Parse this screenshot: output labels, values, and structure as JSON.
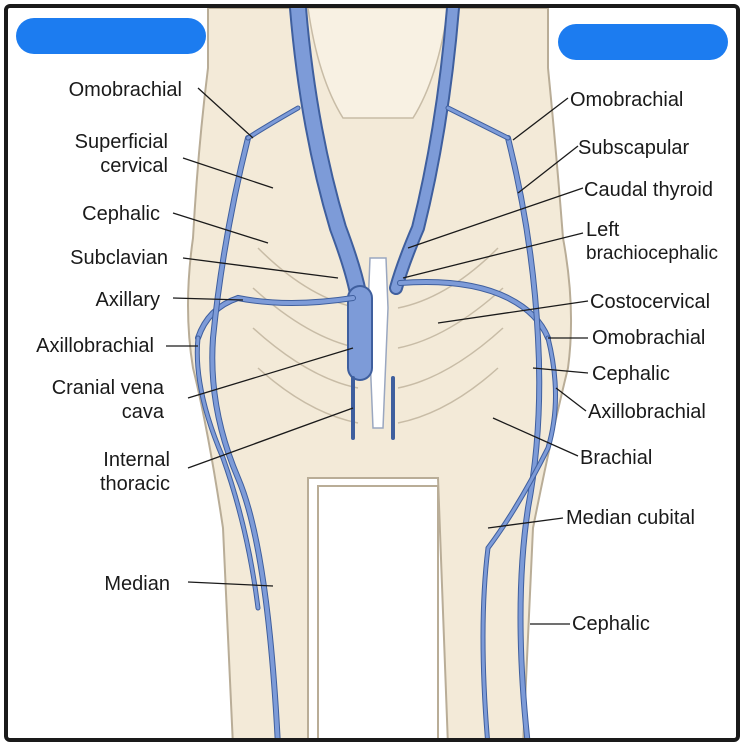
{
  "colors": {
    "body_fill": "#f3ead8",
    "body_stroke": "#b9ad97",
    "vein": "#7d9bd8",
    "vein_stroke": "#3f5f9e",
    "bone": "#ffffff",
    "redaction": "#1c7cf0"
  },
  "labels": {
    "left": [
      {
        "id": "omobrachial-l",
        "lines": [
          "Omobrachial"
        ]
      },
      {
        "id": "superficial-cervical",
        "lines": [
          "Superficial",
          "cervical"
        ]
      },
      {
        "id": "cephalic-l",
        "lines": [
          "Cephalic"
        ]
      },
      {
        "id": "subclavian",
        "lines": [
          "Subclavian"
        ]
      },
      {
        "id": "axillary",
        "lines": [
          "Axillary"
        ]
      },
      {
        "id": "axillobrachial-l",
        "lines": [
          "Axillobrachial"
        ]
      },
      {
        "id": "cranial-vena-cava",
        "lines": [
          "Cranial vena",
          "cava"
        ]
      },
      {
        "id": "internal-thoracic",
        "lines": [
          "Internal",
          "thoracic"
        ]
      },
      {
        "id": "median",
        "lines": [
          "Median"
        ]
      }
    ],
    "right": [
      {
        "id": "omobrachial-r1",
        "lines": [
          "Omobrachial"
        ]
      },
      {
        "id": "subscapular",
        "lines": [
          "Subscapular"
        ]
      },
      {
        "id": "caudal-thyroid",
        "lines": [
          "Caudal thyroid"
        ]
      },
      {
        "id": "left-brachiocephalic",
        "lines": [
          "Left",
          "brachiocephalic"
        ]
      },
      {
        "id": "costocervical",
        "lines": [
          "Costocervical"
        ]
      },
      {
        "id": "omobrachial-r2",
        "lines": [
          "Omobrachial"
        ]
      },
      {
        "id": "cephalic-r1",
        "lines": [
          "Cephalic"
        ]
      },
      {
        "id": "axillobrachial-r",
        "lines": [
          "Axillobrachial"
        ]
      },
      {
        "id": "brachial",
        "lines": [
          "Brachial"
        ]
      },
      {
        "id": "median-cubital",
        "lines": [
          "Median cubital"
        ]
      },
      {
        "id": "cephalic-r2",
        "lines": [
          "Cephalic"
        ]
      }
    ]
  }
}
